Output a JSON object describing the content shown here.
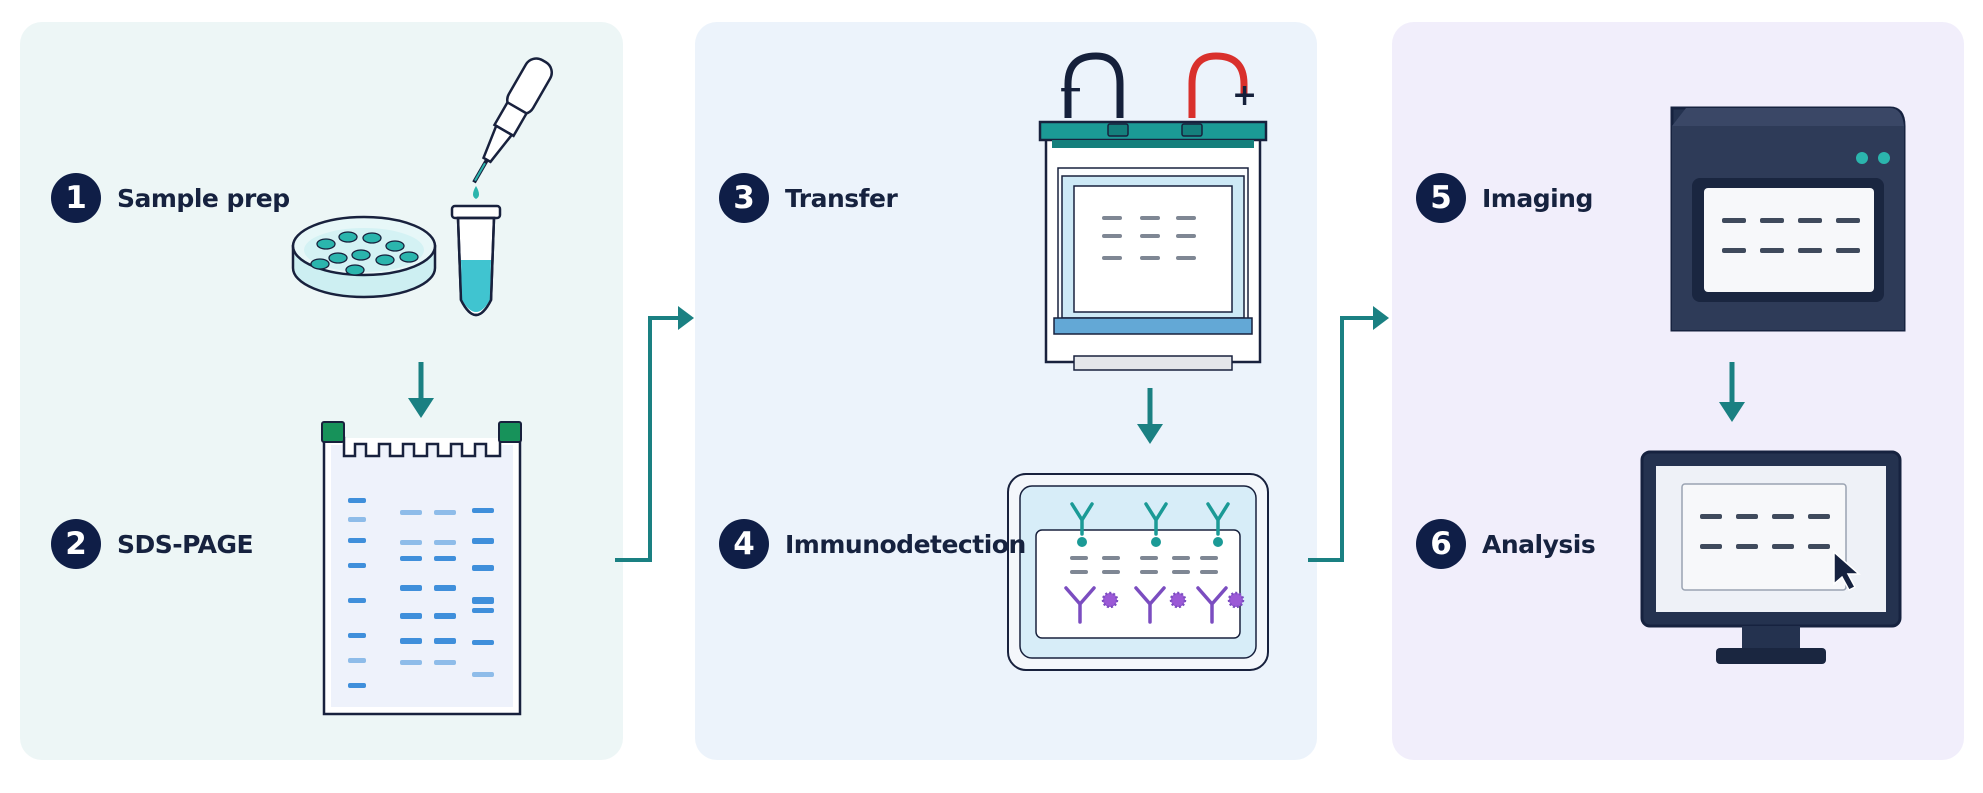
{
  "colors": {
    "navy": "#0f1e47",
    "teal": "#1a8082",
    "accent_teal": "#2bb5ad",
    "panel_1": "#edf6f6",
    "panel_2": "#ecf3fb",
    "panel_3": "#f1eefb",
    "band_blue": "#3f8fdb",
    "antibody_purple": "#7b4dc0",
    "cable_red": "#d9302c"
  },
  "steps": [
    {
      "number": "1",
      "label": "Sample prep",
      "icon": "petri-dish-and-pipette"
    },
    {
      "number": "2",
      "label": "SDS-PAGE",
      "icon": "gel"
    },
    {
      "number": "3",
      "label": "Transfer",
      "icon": "transfer-tank"
    },
    {
      "number": "4",
      "label": "Immunodetection",
      "icon": "incubation-tray"
    },
    {
      "number": "5",
      "label": "Imaging",
      "icon": "imager"
    },
    {
      "number": "6",
      "label": "Analysis",
      "icon": "monitor"
    }
  ],
  "electrodes": {
    "negative": "−",
    "positive": "+"
  }
}
